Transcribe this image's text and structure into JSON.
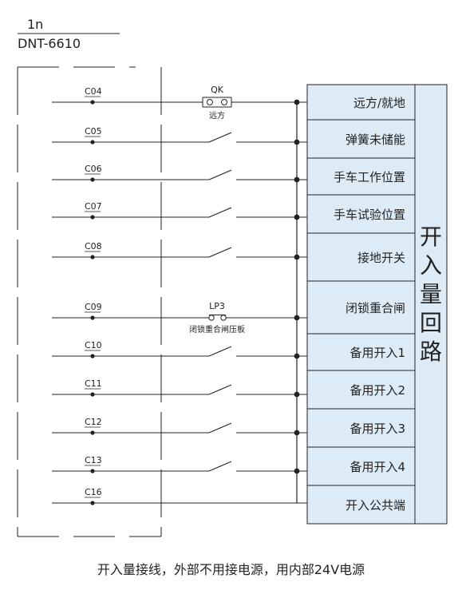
{
  "device": {
    "id": "1n",
    "model": "DNT-6610"
  },
  "rows": [
    {
      "terminal": "C04",
      "label": "远方/就地",
      "kind": "qk"
    },
    {
      "terminal": "C05",
      "label": "弹簧未储能",
      "kind": "switch"
    },
    {
      "terminal": "C06",
      "label": "手车工作位置",
      "kind": "switch"
    },
    {
      "terminal": "C07",
      "label": "手车试验位置",
      "kind": "switch"
    },
    {
      "terminal": "C08",
      "label": "接地开关",
      "kind": "switch"
    },
    {
      "terminal": "C09",
      "label": "闭锁重合闸",
      "kind": "lp"
    },
    {
      "terminal": "C10",
      "label": "备用开入1",
      "kind": "switch"
    },
    {
      "terminal": "C11",
      "label": "备用开入2",
      "kind": "switch"
    },
    {
      "terminal": "C12",
      "label": "备用开入3",
      "kind": "switch"
    },
    {
      "terminal": "C13",
      "label": "备用开入4",
      "kind": "switch"
    },
    {
      "terminal": "C16",
      "label": "开入公共端",
      "kind": "common"
    }
  ],
  "qk": {
    "name": "QK",
    "sub": "远方"
  },
  "lp": {
    "name": "LP3",
    "sub": "闭锁重合闸压板"
  },
  "group_label": [
    "开",
    "入",
    "量",
    "回",
    "路"
  ],
  "caption": "开入量接线，外部不用接电源，用内部24V电源"
}
